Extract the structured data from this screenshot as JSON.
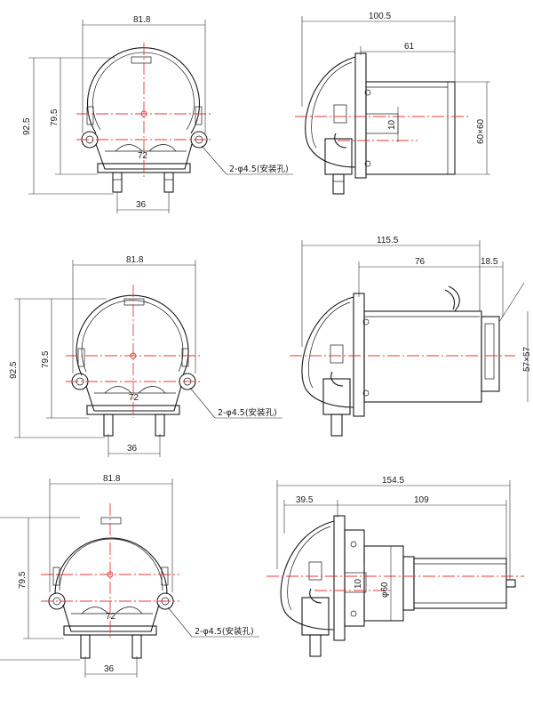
{
  "colors": {
    "line": "#1a1a1a",
    "centerline": "#e53935",
    "background": "#ffffff"
  },
  "rows": [
    {
      "front": {
        "width": "81.8",
        "height_total": "92.5",
        "height_center": "79.5",
        "hole_span": "72",
        "ports": "36",
        "hole_note": "2-φ4.5(安装孔)"
      },
      "side": {
        "length_total": "100.5",
        "motor_length": "61",
        "shaft": "10",
        "motor_size": "60×60"
      }
    },
    {
      "front": {
        "width": "81.8",
        "height_total": "92.5",
        "height_center": "79.5",
        "hole_span": "72",
        "ports": "36",
        "hole_note": "2-φ4.5(安装孔)"
      },
      "side": {
        "length_total": "115.5",
        "motor_length": "76",
        "tail_length": "18.5",
        "motor_size": "57×57"
      }
    },
    {
      "front": {
        "width": "81.8",
        "height_center": "79.5",
        "hole_span": "72",
        "ports": "36",
        "hole_note": "2-φ4.5(安装孔)"
      },
      "side": {
        "length_total": "154.5",
        "head_length": "39.5",
        "motor_length": "109",
        "shaft": "10",
        "motor_dia": "φ60"
      }
    }
  ]
}
